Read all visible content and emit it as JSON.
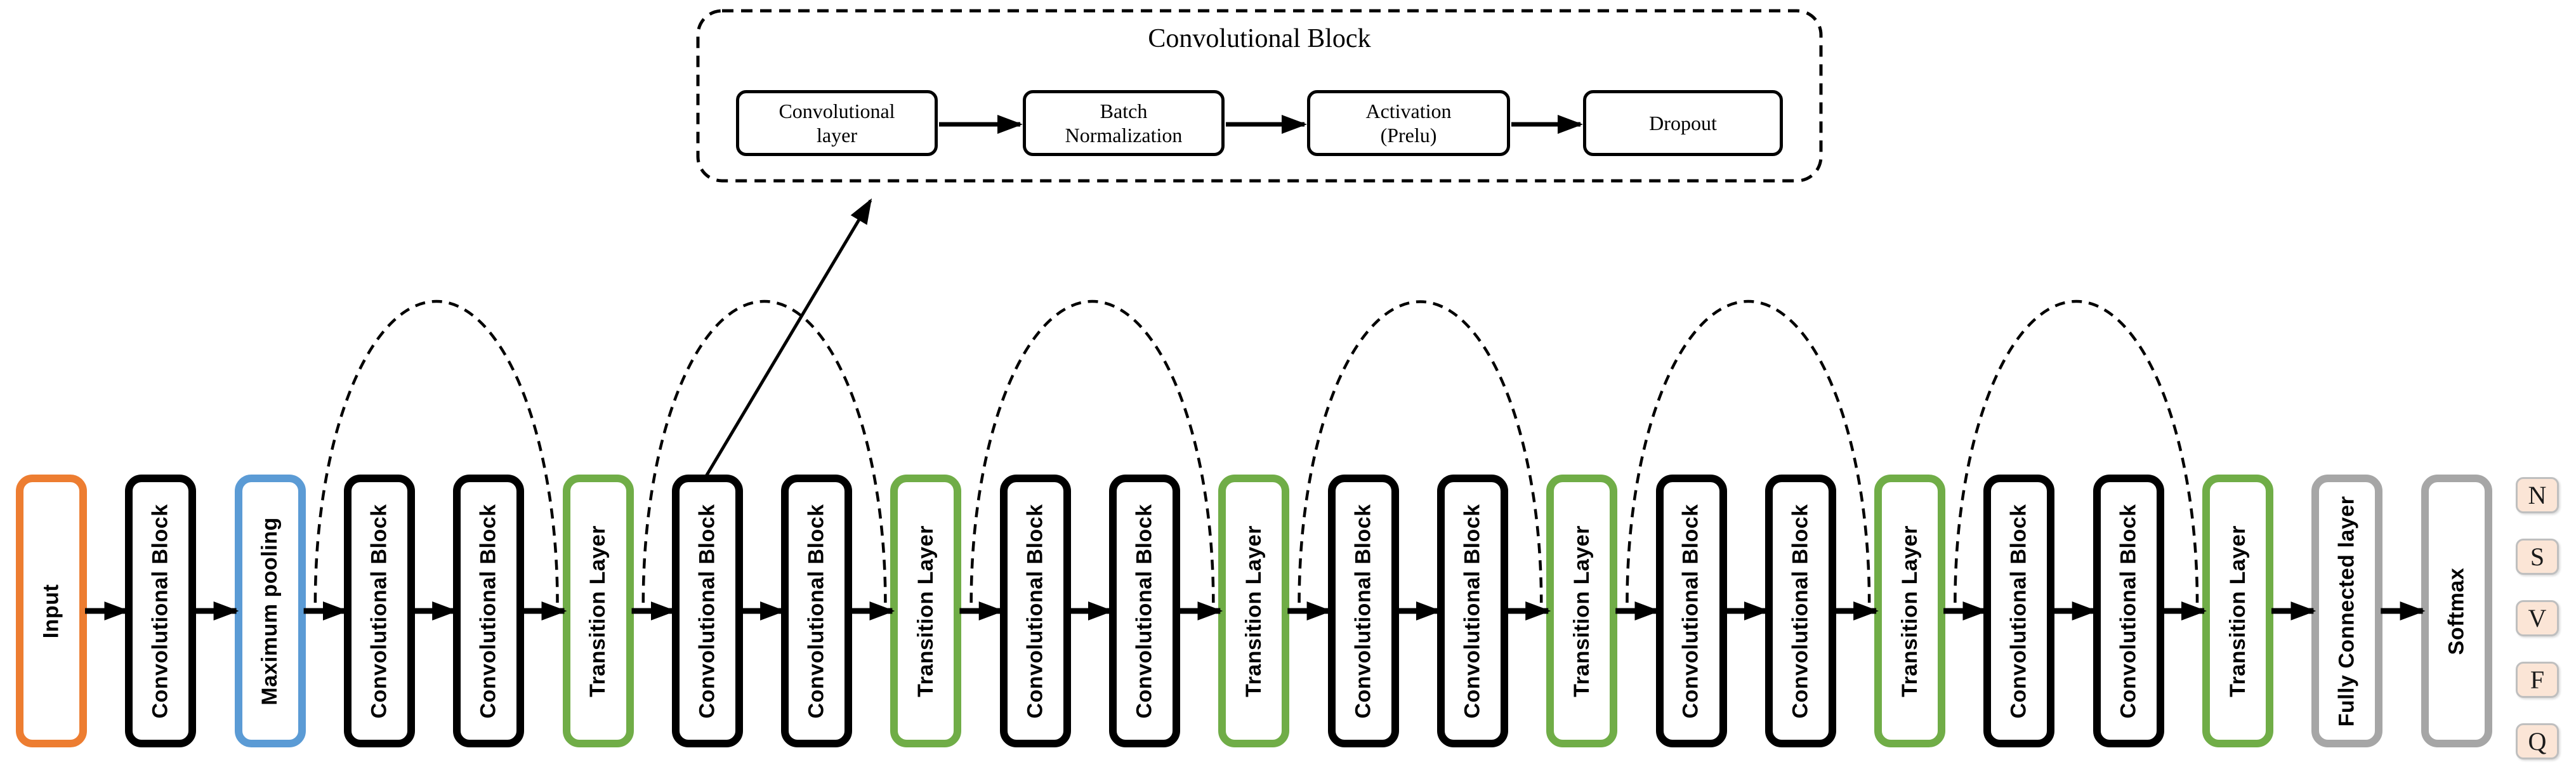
{
  "detail": {
    "title": "Convolutional Block",
    "steps": [
      [
        "Convolutional",
        "layer"
      ],
      [
        "Batch",
        "Normalization"
      ],
      [
        "Activation",
        "(Prelu)"
      ],
      [
        "Dropout"
      ]
    ]
  },
  "pipeline": {
    "boxes": [
      {
        "label": "Input",
        "type": "input"
      },
      {
        "label": "Convolutional Block",
        "type": "conv"
      },
      {
        "label": "Maximum pooling",
        "type": "pool"
      },
      {
        "label": "Convolutional Block",
        "type": "conv"
      },
      {
        "label": "Convolutional Block",
        "type": "conv"
      },
      {
        "label": "Transition Layer",
        "type": "transition"
      },
      {
        "label": "Convolutional Block",
        "type": "conv"
      },
      {
        "label": "Convolutional Block",
        "type": "conv"
      },
      {
        "label": "Transition Layer",
        "type": "transition"
      },
      {
        "label": "Convolutional Block",
        "type": "conv"
      },
      {
        "label": "Convolutional Block",
        "type": "conv"
      },
      {
        "label": "Transition Layer",
        "type": "transition"
      },
      {
        "label": "Convolutional Block",
        "type": "conv"
      },
      {
        "label": "Convolutional Block",
        "type": "conv"
      },
      {
        "label": "Transition Layer",
        "type": "transition"
      },
      {
        "label": "Convolutional Block",
        "type": "conv"
      },
      {
        "label": "Convolutional Block",
        "type": "conv"
      },
      {
        "label": "Transition Layer",
        "type": "transition"
      },
      {
        "label": "Convolutional Block",
        "type": "conv"
      },
      {
        "label": "Convolutional Block",
        "type": "conv"
      },
      {
        "label": "Transition Layer",
        "type": "transition"
      },
      {
        "label": "Fully Connected layer",
        "type": "fc"
      },
      {
        "label": "Softmax",
        "type": "fc"
      }
    ]
  },
  "output_classes": [
    "N",
    "S",
    "V",
    "F",
    "Q"
  ],
  "colors": {
    "input_border": "#ED7D31",
    "conv_border": "#000000",
    "pool_border": "#5B9BD5",
    "transition_border": "#70AD47",
    "fc_border": "#A6A6A6",
    "chip_fill": "#FBE5D6",
    "chip_border": "#BFBFBF",
    "line": "#000000"
  }
}
